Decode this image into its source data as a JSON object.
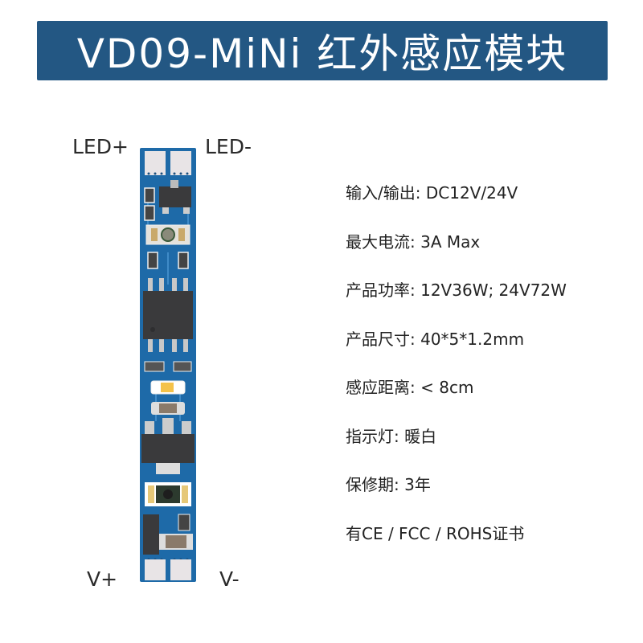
{
  "banner": {
    "title": "VD09-MiNi 红外感应模块",
    "color": "#235783"
  },
  "pin_labels": {
    "led_plus": "LED+",
    "led_minus": "LED-",
    "v_plus": "V+",
    "v_minus": "V-"
  },
  "pcb": {
    "board_color": "#1e6aa8",
    "pad_color": "#e8e4e6",
    "chip_color": "#3a3a3c",
    "indicator_color": "#f4c24a"
  },
  "specs": [
    {
      "label": "输入/输出",
      "value": "DC12V/24V"
    },
    {
      "label": "最大电流",
      "value": "3A Max"
    },
    {
      "label": "产品功率",
      "value": "12V36W; 24V72W"
    },
    {
      "label": "产品尺寸",
      "value": "40*5*1.2mm"
    },
    {
      "label": "感应距离",
      "value": "< 8cm"
    },
    {
      "label": "指示灯",
      "value": "暖白"
    },
    {
      "label": "保修期",
      "value": "3年"
    },
    {
      "label": "",
      "value": "有CE / FCC / ROHS证书"
    }
  ]
}
